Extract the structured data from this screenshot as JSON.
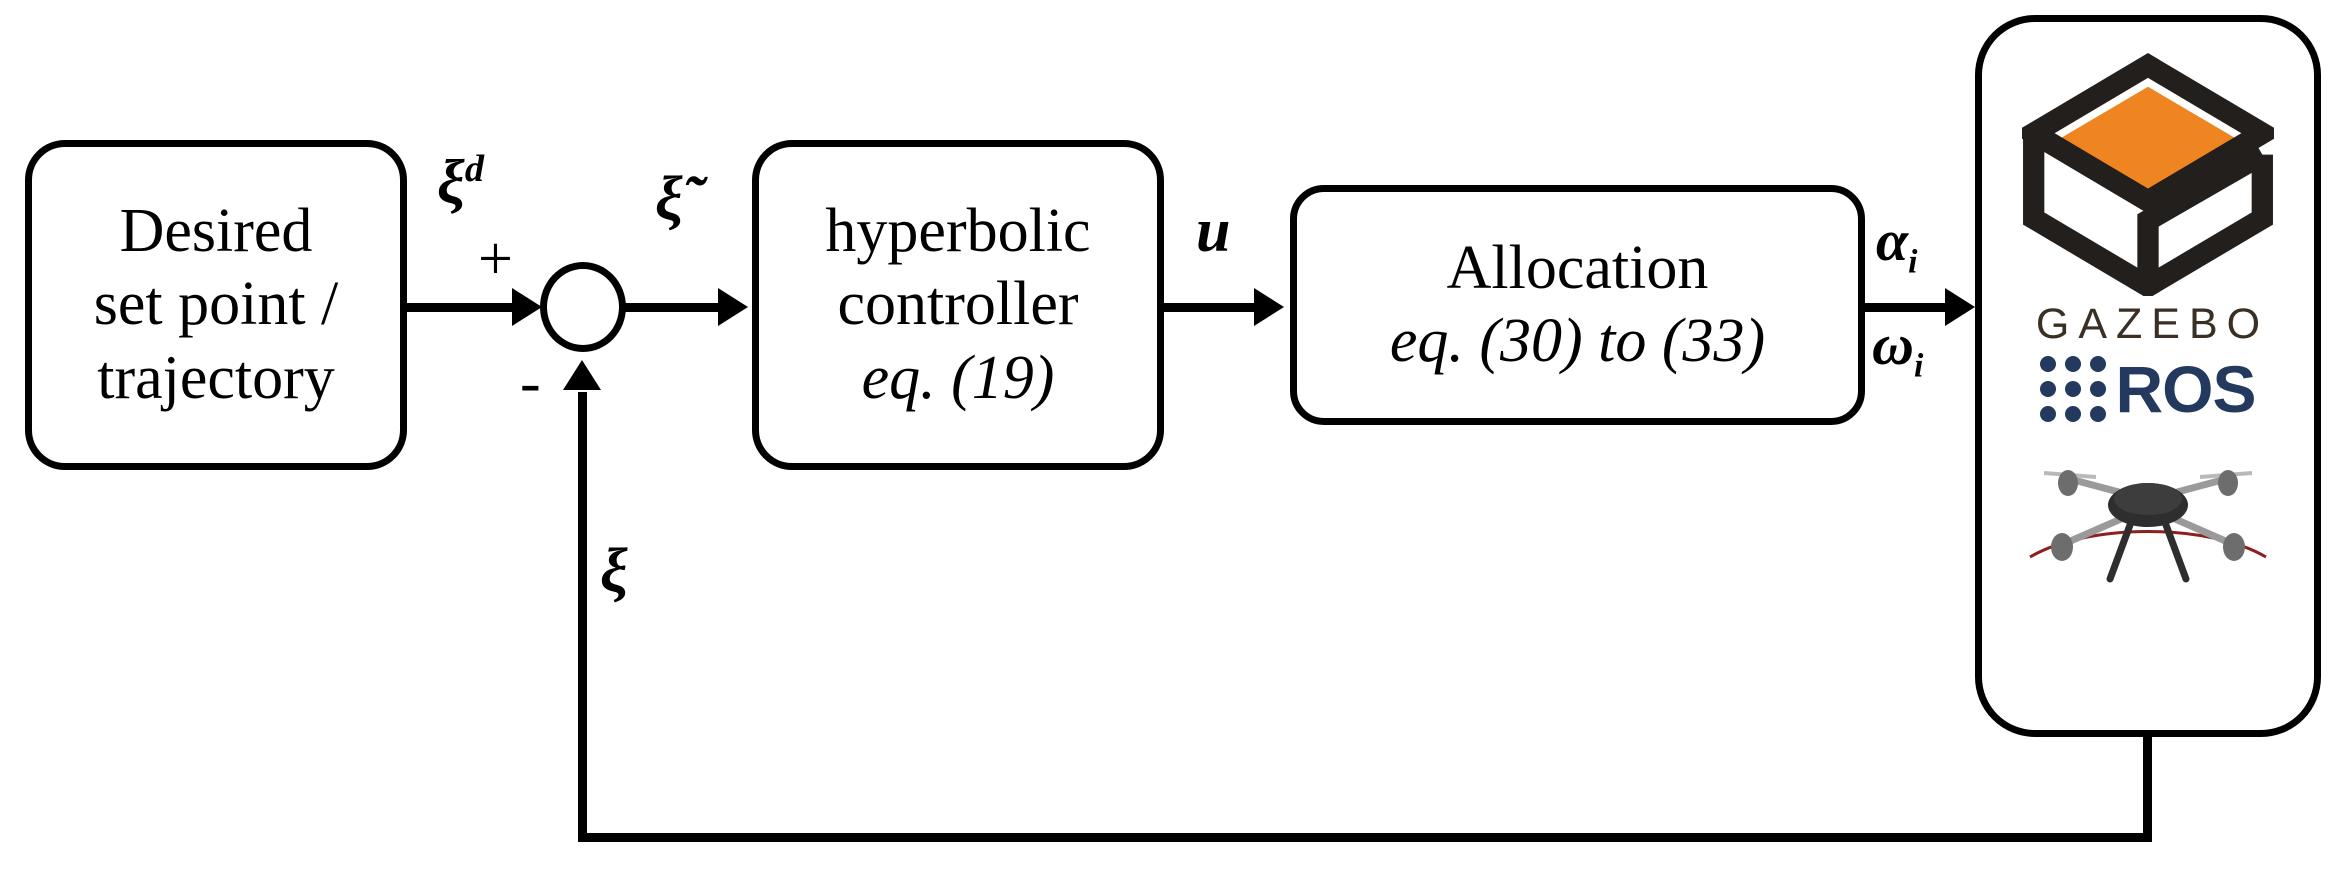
{
  "diagram": {
    "title": "Control architecture block diagram",
    "type": "control-block-diagram"
  },
  "blocks": {
    "setpoint": {
      "name": "desired-setpoint-block",
      "line1": "Desired",
      "line2": "set point /",
      "line3": "trajectory"
    },
    "controller": {
      "name": "hyperbolic-controller-block",
      "line1": "hyperbolic",
      "line2": "controller",
      "line3": "eq. (19)"
    },
    "allocation": {
      "name": "allocation-block",
      "line1": "Allocation",
      "line2": "eq. (30) to (33)"
    },
    "simulator": {
      "name": "gazebo-ros-simulator-block",
      "gazebo_label": "GAZEBO",
      "ros_label": "ROS"
    }
  },
  "signals": {
    "reference": "ξ",
    "reference_superscript": "d",
    "error": "ξ̃",
    "control": "u",
    "tilt_angle": "α",
    "tilt_subscript": "i",
    "rotor_speed": "ω",
    "rotor_subscript": "i",
    "feedback": "ξ",
    "plus_sign": "+",
    "minus_sign": "-"
  },
  "colors": {
    "stroke": "#000000",
    "background": "#ffffff",
    "gazebo_orange": "#ef8521",
    "gazebo_dark": "#231f1c",
    "gazebo_text": "#3a2f25",
    "ros_navy": "#233a5e"
  }
}
